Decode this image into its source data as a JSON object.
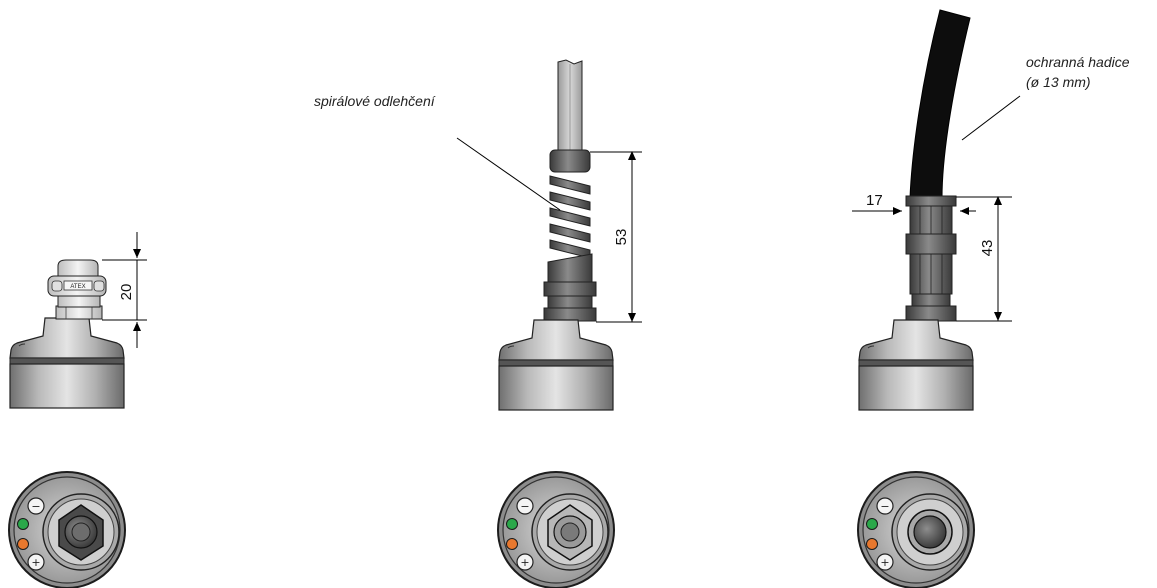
{
  "variants": [
    {
      "id": "cable-gland",
      "dimension": "20",
      "gland_marking": "ATEX"
    },
    {
      "id": "spiral-relief",
      "dimension": "53",
      "callout": "spirálové odlehčení"
    },
    {
      "id": "protective-hose",
      "dimension": "43",
      "width_dimension": "17",
      "callout_line1": "ochranná hadice",
      "callout_line2": "(ø 13 mm)"
    }
  ],
  "indicator_colors": {
    "green": "#2aa84a",
    "orange": "#e8782e"
  },
  "symbols": {
    "minus": "−",
    "plus": "+"
  }
}
